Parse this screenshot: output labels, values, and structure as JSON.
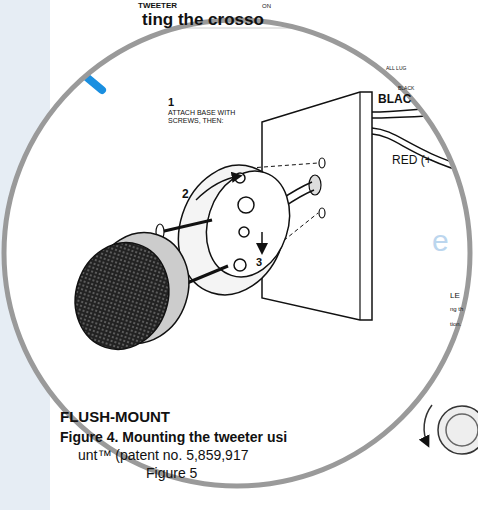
{
  "diagram": {
    "labels": [
      "TWEETER",
      "ON",
      "ting the crosso",
      "1",
      "ATTACH BASE WITH SCREWS, THEN:",
      "2",
      "3",
      "ALL LUG",
      "BLACK",
      "BLAC",
      "RED (+",
      "e",
      "LE",
      "ng th",
      "tion.",
      "FLUSH-MOUNT",
      "Figure 4. Mounting the tweeter usi",
      "unt™ (patent no. 5,859,917",
      "Figure 5"
    ]
  }
}
